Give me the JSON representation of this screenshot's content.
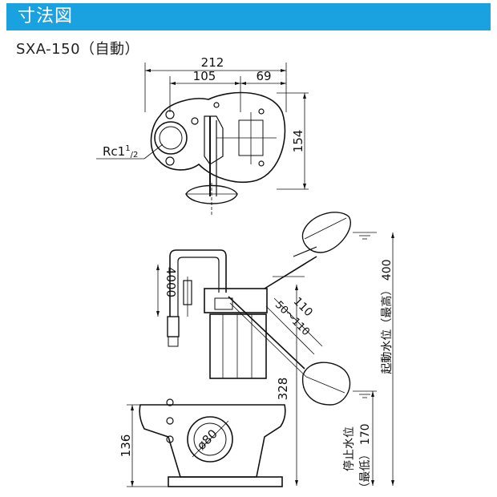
{
  "header": {
    "title": "寸法図",
    "bg_color": "#1aa1e0"
  },
  "model": {
    "label": "SXA-150（自動）"
  },
  "top_view": {
    "dim_total": "212",
    "dim_left": "105",
    "dim_right": "69",
    "dim_height": "154",
    "port_label": "Rc1",
    "port_sup": "1",
    "port_sub": "/2"
  },
  "side_view": {
    "cable_length": "4000",
    "float_arm": "110",
    "float_range": "50～110",
    "height_body": "328",
    "height_base": "136",
    "outlet_diameter": "ø80",
    "start_level_label": "起動水位（最高）",
    "start_level_value": "400",
    "stop_level_label_1": "停止水位",
    "stop_level_label_2": "（最低）",
    "stop_level_value": "170"
  }
}
